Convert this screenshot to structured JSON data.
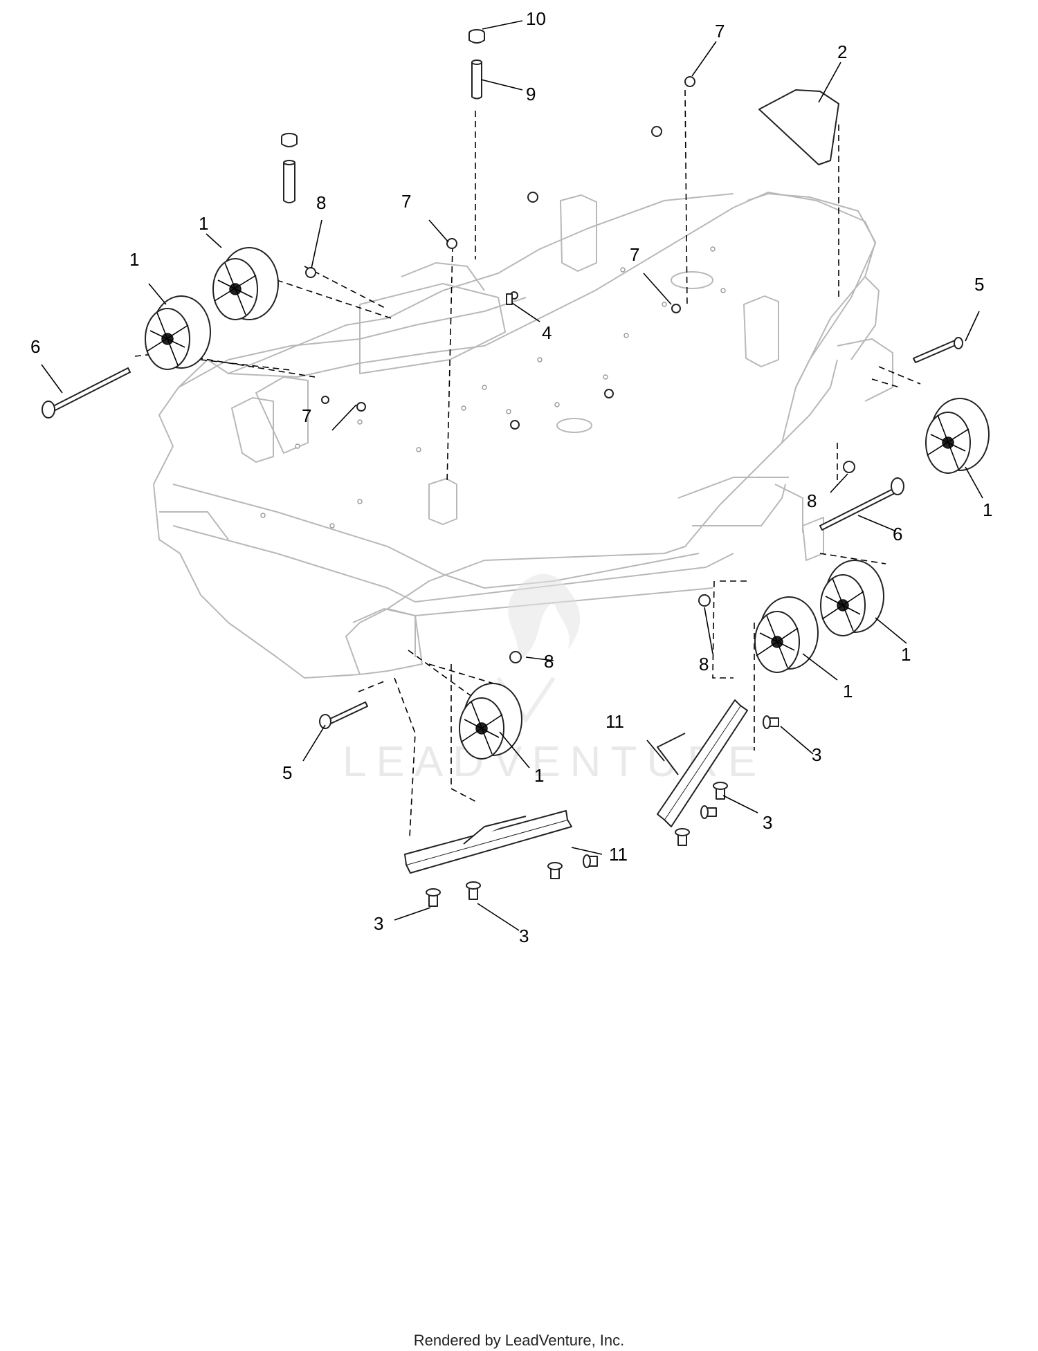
{
  "diagram": {
    "callouts": {
      "c10": "10",
      "c9": "9",
      "c7a": "7",
      "c2": "2",
      "c8a": "8",
      "c7b": "7",
      "c7c": "7",
      "c1a": "1",
      "c1b": "1",
      "c6a": "6",
      "c4": "4",
      "c5a": "5",
      "c7d": "7",
      "c1c": "1",
      "c8b": "8",
      "c6b": "6",
      "c1d": "1",
      "c8c": "8",
      "c1e": "1",
      "c8d": "8",
      "c11a": "11",
      "c3a": "3",
      "c5b": "5",
      "c1f": "1",
      "c3b": "3",
      "c11b": "11",
      "c3c": "3",
      "c3d": "3"
    },
    "watermark": "LEADVENTURE",
    "footer": "Rendered by LeadVenture, Inc."
  }
}
